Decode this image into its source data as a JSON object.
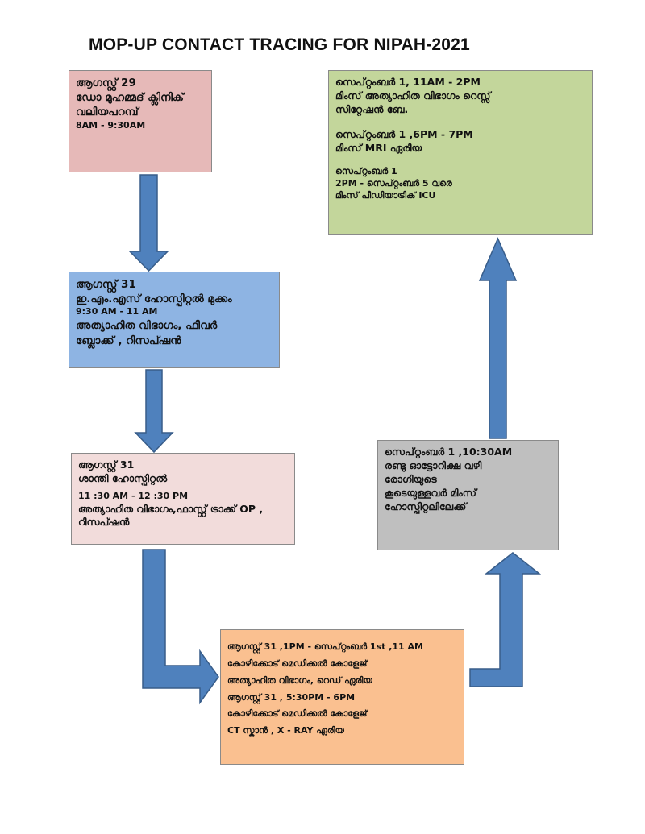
{
  "title": "MOP-UP CONTACT TRACING FOR NIPAH-2021",
  "boxes": {
    "aug29": {
      "date": "ആഗസ്റ്റ് 29",
      "place1": "ഡോ മുഹമ്മദ് ക്ലിനിക്",
      "place2": "വലിയപറമ്പ്",
      "time": "8AM - 9:30AM"
    },
    "aug31_ems": {
      "date": "ആഗസ്റ്റ് 31",
      "place": "ഇ.എം.എസ് ഹോസ്പിറ്റൽ മുക്കം",
      "time": "9:30 AM - 11 AM",
      "area1": "അത്യാഹിത വിഭാഗം, ഫീവർ",
      "area2": "ബ്ലോക്ക് , റിസപ്ഷൻ"
    },
    "aug31_shanthi": {
      "date": "ആഗസ്റ്റ് 31",
      "place": "ശാന്തി ഹോസ്പിറ്റൽ",
      "time": "11 :30 AM - 12 :30 PM",
      "area1": "അത്യാഹിത വിഭാഗം,ഫാസ്റ്റ് ട്രാക്ക് OP ,",
      "area2": "റിസപ്ഷൻ"
    },
    "kozhikode": {
      "line1": "ആഗസ്റ്റ് 31 ,1PM - സെപ്റ്റംബർ 1st ,11 AM",
      "line2": "കോഴിക്കോട് മെഡിക്കൽ കോളേജ്",
      "line3": "അത്യാഹിത വിഭാഗം, റെഡ് ഏരിയ",
      "line4": "ആഗസ്റ്റ് 31 , 5:30PM - 6PM",
      "line5": "കോഴിക്കോട് മെഡിക്കൽ കോളേജ്",
      "line6": "CT സ്കാൻ , X - RAY ഏരിയ"
    },
    "sep1_auto": {
      "line1": "സെപ്റ്റംബർ 1 ,10:30AM",
      "line2": "രണ്ടു ഓട്ടോറിക്ഷ വഴി",
      "line3": "രോഗിയുടെ",
      "line4": "കൂടെയുള്ളവർ മിംസ്",
      "line5": "ഹോസ്പിറ്റലിലേക്ക്"
    },
    "mims": {
      "line1": "സെപ്റ്റംബർ 1, 11AM - 2PM",
      "line2": "മിംസ് അത്യാഹിത വിഭാഗം റെസ്സ്",
      "line3": "സിറ്റേഷൻ ബേ.",
      "line4": "സെപ്റ്റംബർ 1 ,6PM - 7PM",
      "line5": "മിംസ് MRI ഏരിയ",
      "line6": "സെപ്റ്റംബർ 1",
      "line7": "2PM - സെപ്റ്റംബർ 5 വരെ",
      "line8": "മിംസ് പീഡിയാട്രിക് ICU"
    }
  },
  "colors": {
    "arrow": "#4f81bd",
    "arrow_edge": "#385d8a",
    "box1": "#e6b9b8",
    "box2": "#8eb4e3",
    "box3": "#f2dcdb",
    "box4": "#fac090",
    "box5": "#bfbfbf",
    "box6": "#c3d69b"
  }
}
